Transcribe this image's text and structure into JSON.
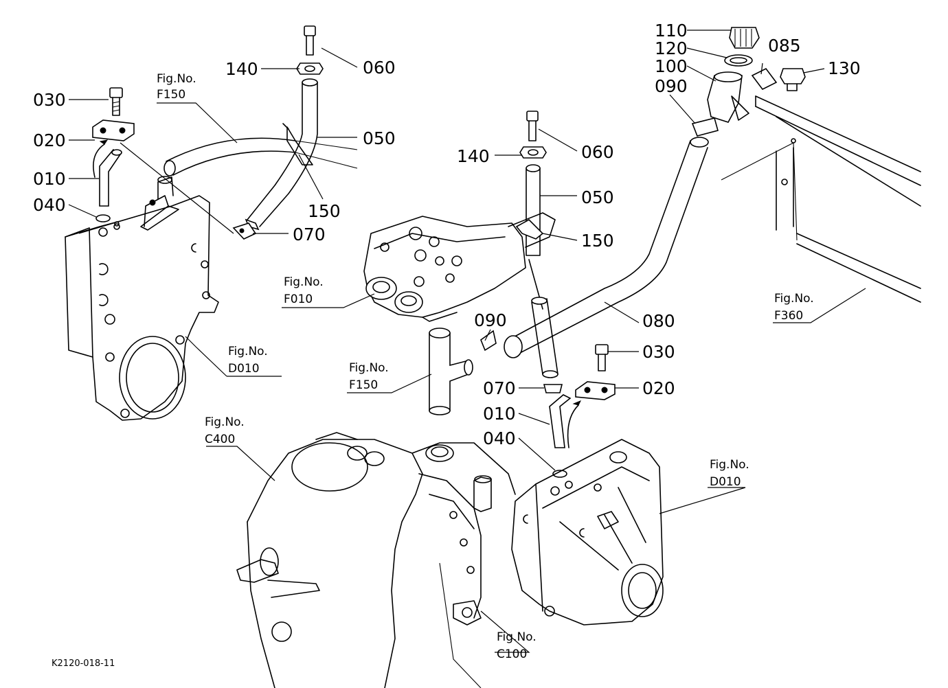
{
  "callouts": {
    "l_030": "030",
    "l_020": "020",
    "l_010": "010",
    "l_040": "040",
    "l_140": "140",
    "l_060": "060",
    "l_050": "050",
    "l_150": "150",
    "l_070": "070",
    "m_140": "140",
    "m_060": "060",
    "m_050": "050",
    "m_150": "150",
    "m_090": "090",
    "m_080": "080",
    "m_030": "030",
    "m_070": "070",
    "m_020": "020",
    "m_010": "010",
    "m_040": "040",
    "r_110": "110",
    "r_120": "120",
    "r_085": "085",
    "r_100": "100",
    "r_130": "130",
    "r_090": "090"
  },
  "refs": [
    {
      "caption": "Fig.No.",
      "number": "F150"
    },
    {
      "caption": "Fig.No.",
      "number": "F010"
    },
    {
      "caption": "Fig.No.",
      "number": "D010"
    },
    {
      "caption": "Fig.No.",
      "number": "F150"
    },
    {
      "caption": "Fig.No.",
      "number": "C400"
    },
    {
      "caption": "Fig.No.",
      "number": "F360"
    },
    {
      "caption": "Fig.No.",
      "number": "D010"
    },
    {
      "caption": "Fig.No.",
      "number": "C100"
    }
  ],
  "drawing_code": "K2120-018-11"
}
